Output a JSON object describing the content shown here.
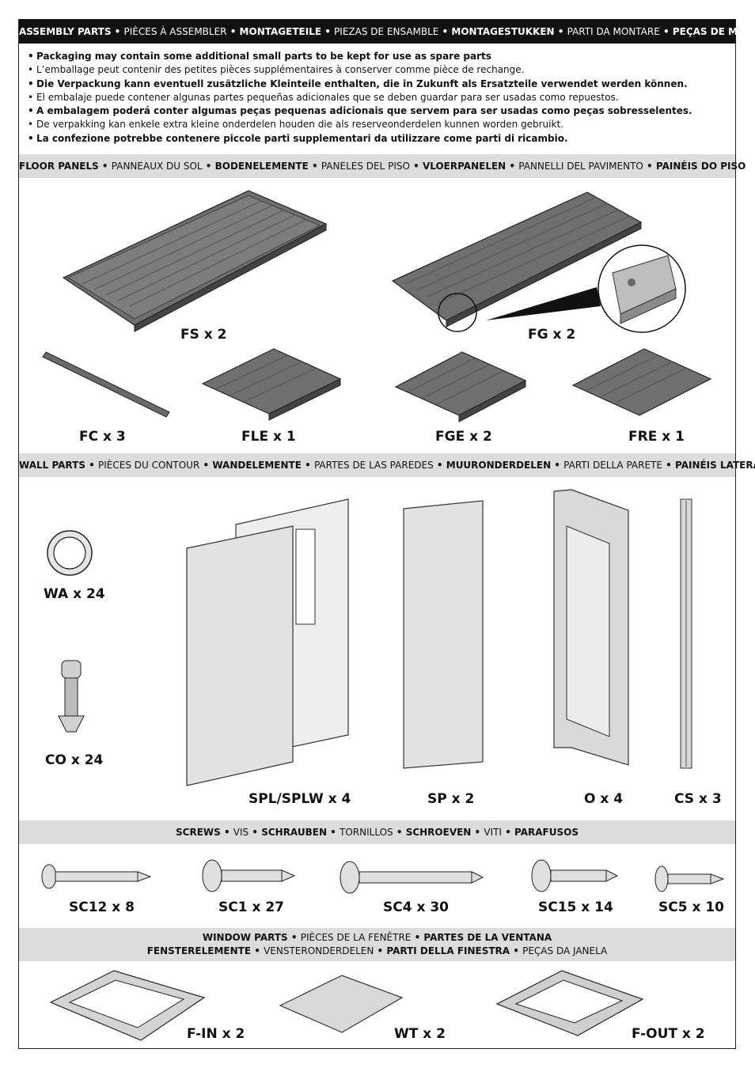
{
  "header": {
    "segments": [
      {
        "text": "ASSEMBLY PARTS",
        "bold": true
      },
      {
        "text": "PIÈCES À ASSEMBLER",
        "bold": false
      },
      {
        "text": "MONTAGETEILE",
        "bold": true
      },
      {
        "text": "PIEZAS DE ENSAMBLE",
        "bold": false
      },
      {
        "text": "MONTAGESTUKKEN",
        "bold": true
      },
      {
        "text": "PARTI DA MONTARE",
        "bold": false
      },
      {
        "text": "PEÇAS DE MONTAGEM",
        "bold": true
      }
    ]
  },
  "notes": [
    {
      "text": "Packaging may contain some additional small parts to be kept for use as spare parts",
      "bold": true
    },
    {
      "text": "L’emballage peut contenir des petites pièces supplémentaires à conserver comme pièce de rechange.",
      "bold": false
    },
    {
      "text": "Die Verpackung kann eventuell zusätzliche Kleinteile enthalten, die in Zukunft als Ersatzteile verwendet werden können.",
      "bold": true
    },
    {
      "text": "El embalaje puede contener algunas partes pequeñas adicionales que se deben guardar para ser usadas como repuestos.",
      "bold": false
    },
    {
      "text": "A embalagem poderá conter algumas peças pequenas adicionais que servem para ser usadas como peças sobresselentes.",
      "bold": true
    },
    {
      "text": "De verpakking kan enkele extra kleine onderdelen houden die als reserveonderdelen kunnen worden gebruikt.",
      "bold": false
    },
    {
      "text": "La confezione potrebbe contenere piccole parti supplementari da utilizzare come parti di ricambio.",
      "bold": true
    }
  ],
  "sections": {
    "floor": {
      "segments": [
        {
          "text": "FLOOR PANELS",
          "bold": true
        },
        {
          "text": "PANNEAUX DU SOL",
          "bold": false
        },
        {
          "text": "BODENELEMENTE",
          "bold": true
        },
        {
          "text": "PANELES DEL PISO",
          "bold": false
        },
        {
          "text": "VLOERPANELEN",
          "bold": true
        },
        {
          "text": "PANNELLI DEL PAVIMENTO",
          "bold": false
        },
        {
          "text": "PAINÉIS DO PISO",
          "bold": true
        }
      ]
    },
    "wall": {
      "segments": [
        {
          "text": "WALL PARTS",
          "bold": true
        },
        {
          "text": "PIÈCES DU CONTOUR",
          "bold": false
        },
        {
          "text": "WANDELEMENTE",
          "bold": true
        },
        {
          "text": "PARTES DE LAS PAREDES",
          "bold": false
        },
        {
          "text": "MUURONDERDELEN",
          "bold": true
        },
        {
          "text": "PARTI DELLA PARETE",
          "bold": false
        },
        {
          "text": "PAINÉIS LATERAIS",
          "bold": true
        }
      ]
    },
    "screws": {
      "segments": [
        {
          "text": "SCREWS",
          "bold": true
        },
        {
          "text": "VIS",
          "bold": false
        },
        {
          "text": "SCHRAUBEN",
          "bold": true
        },
        {
          "text": "TORNILLOS",
          "bold": false
        },
        {
          "text": "SCHROEVEN",
          "bold": true
        },
        {
          "text": "VITI",
          "bold": false
        },
        {
          "text": "PARAFUSOS",
          "bold": true
        }
      ]
    },
    "window": {
      "line1": [
        {
          "text": "WINDOW PARTS",
          "bold": true
        },
        {
          "text": "PIÈCES DE LA FENÊTRE",
          "bold": false
        },
        {
          "text": "PARTES DE LA VENTANA",
          "bold": true
        }
      ],
      "line2": [
        {
          "text": "FENSTERELEMENTE",
          "bold": true
        },
        {
          "text": "VENSTERONDERDELEN",
          "bold": false
        },
        {
          "text": "PARTI DELLA FINESTRA",
          "bold": true
        },
        {
          "text": "PEÇAS DA JANELA",
          "bold": false
        }
      ]
    }
  },
  "parts": {
    "fs": "FS x 2",
    "fg": "FG x 2",
    "fc": "FC x 3",
    "fle": "FLE x 1",
    "fge": "FGE x 2",
    "fre": "FRE x 1",
    "wa": "WA x 24",
    "co": "CO x 24",
    "splw": "SPL/SPLW x 4",
    "sp": "SP x 2",
    "o": "O x 4",
    "cs": "CS x 3",
    "sc12": "SC12 x 8",
    "sc1": "SC1 x 27",
    "sc4": "SC4 x 30",
    "sc15": "SC15 x 14",
    "sc5": "SC5 x 10",
    "fin": "F-IN x 2",
    "wt": "WT x 2",
    "fout": "F-OUT x 2"
  },
  "colors": {
    "band": "#dcdcdc",
    "header": "#111111",
    "panel_dark": "#6f6f6f",
    "panel_light": "#e2e2e2"
  }
}
